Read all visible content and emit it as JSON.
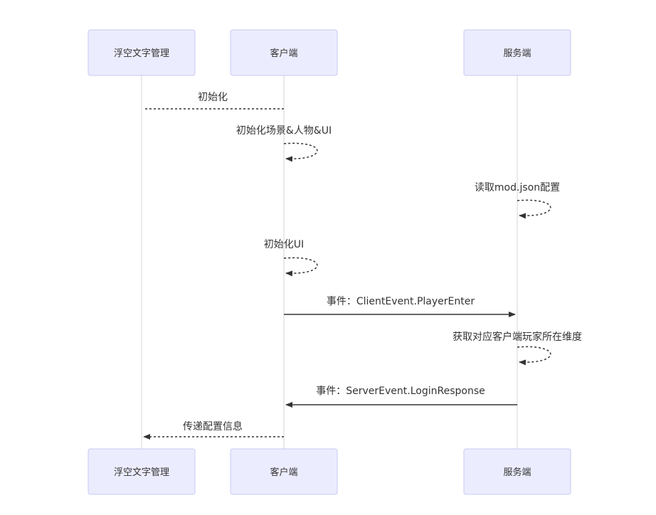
{
  "participants": [
    {
      "id": "ui",
      "label": "浮空文字管理"
    },
    {
      "id": "client",
      "label": "客户端"
    },
    {
      "id": "server",
      "label": "服务端"
    }
  ],
  "messages": [
    {
      "from": "client",
      "to": "ui",
      "label": "初始化",
      "style": "dashed"
    },
    {
      "from": "client",
      "to": "client",
      "label": "初始化场景&人物&UI",
      "style": "dashed"
    },
    {
      "from": "server",
      "to": "server",
      "label": "读取mod.json配置",
      "style": "dashed"
    },
    {
      "from": "client",
      "to": "client",
      "label": "初始化UI",
      "style": "dashed"
    },
    {
      "from": "client",
      "to": "server",
      "label": "事件：ClientEvent.PlayerEnter",
      "style": "solid"
    },
    {
      "from": "server",
      "to": "server",
      "label": "获取对应客户端玩家所在维度",
      "style": "dashed"
    },
    {
      "from": "server",
      "to": "client",
      "label": "事件：ServerEvent.LoginResponse",
      "style": "solid"
    },
    {
      "from": "client",
      "to": "ui",
      "label": "传递配置信息",
      "style": "dashed"
    }
  ]
}
